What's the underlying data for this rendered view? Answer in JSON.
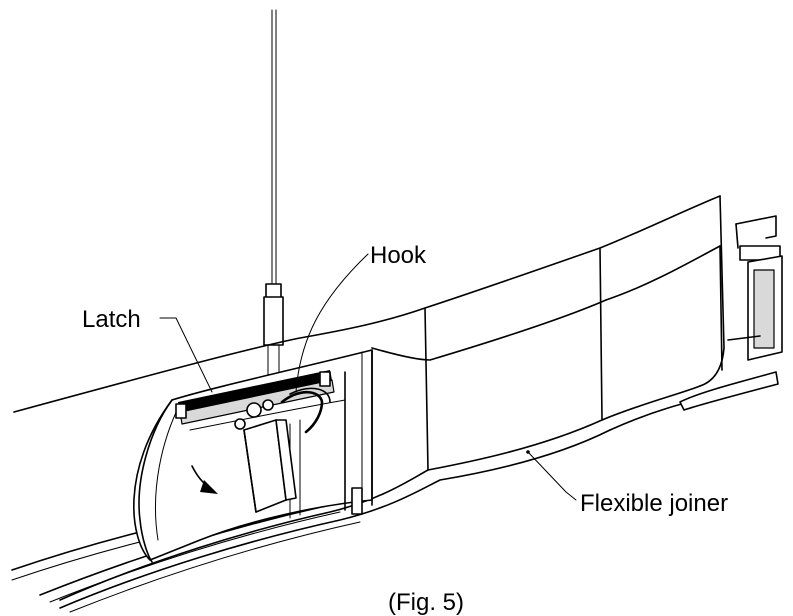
{
  "labels": {
    "hook": "Hook",
    "latch": "Latch",
    "flexible_joiner": "Flexible joiner"
  },
  "caption": "(Fig. 5)",
  "colors": {
    "line": "#000000",
    "background": "#ffffff",
    "shade": "#d9d9d9"
  }
}
